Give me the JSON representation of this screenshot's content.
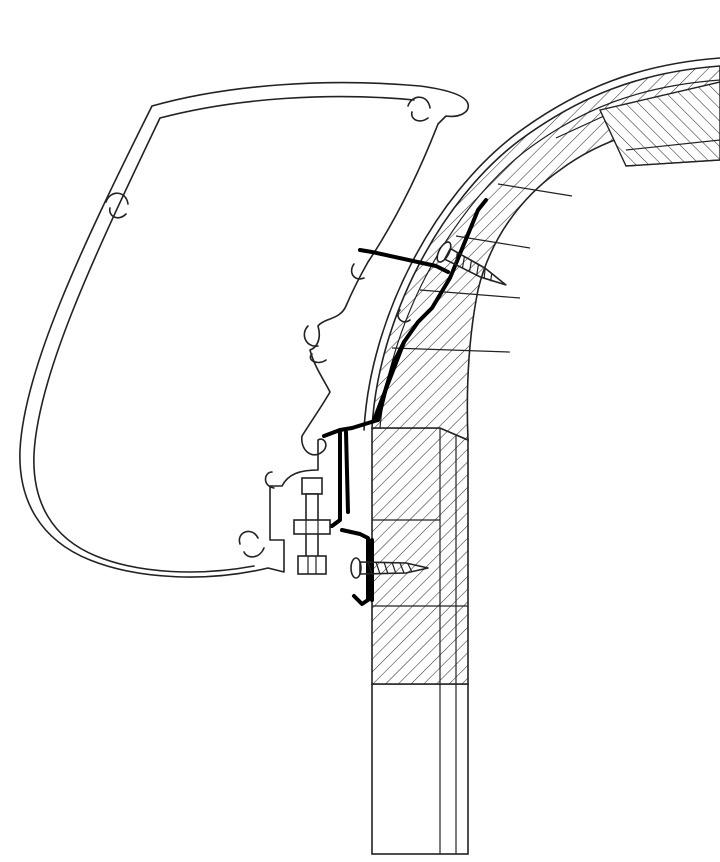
{
  "colors": {
    "background": "#ffffff",
    "line": "#222222",
    "bracket": "#000000"
  },
  "parts": [
    "awning-case",
    "wall-rail",
    "mounting-bracket",
    "upper-wood-screw",
    "lower-wood-screw",
    "hex-bolt",
    "caravan-wall"
  ]
}
